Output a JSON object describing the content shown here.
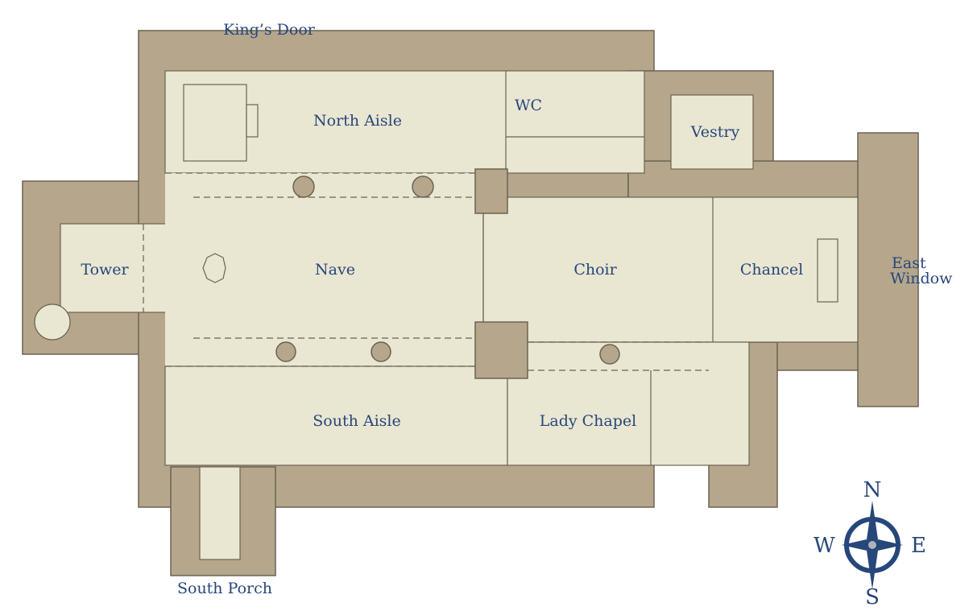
{
  "title": "Church floor plan",
  "rooms": {
    "kings_door": "King’s Door",
    "north_aisle": "North Aisle",
    "wc": "WC",
    "vestry": "Vestry",
    "tower": "Tower",
    "nave": "Nave",
    "choir": "Choir",
    "chancel": "Chancel",
    "east_window_1": "East",
    "east_window_2": "Window",
    "south_aisle": "South Aisle",
    "lady_chapel": "Lady Chapel",
    "south_porch": "South Porch"
  },
  "compass": {
    "n": "N",
    "e": "E",
    "s": "S",
    "w": "W"
  },
  "colors": {
    "wall": "#b5a68c",
    "floor": "#e9e6d2",
    "text": "#27477a"
  }
}
